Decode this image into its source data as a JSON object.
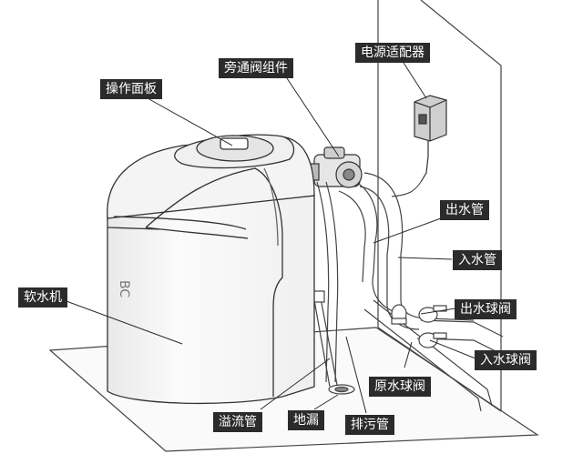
{
  "labels": {
    "power_adapter": "电源适配器",
    "bypass_valve": "旁通阀组件",
    "control_panel": "操作面板",
    "outlet_pipe": "出水管",
    "inlet_pipe": "入水管",
    "outlet_ball_valve": "出水球阀",
    "inlet_ball_valve": "入水球阀",
    "softener": "软水机",
    "raw_ball_valve": "原水球阀",
    "overflow_pipe": "溢流管",
    "floor_drain": "地漏",
    "drain_pipe": "排污管"
  },
  "product_mark": "BC",
  "colors": {
    "label_bg": "#2b2b2b",
    "label_text": "#ffffff",
    "line": "#333333",
    "unit_fill": "#f7f7f7"
  }
}
